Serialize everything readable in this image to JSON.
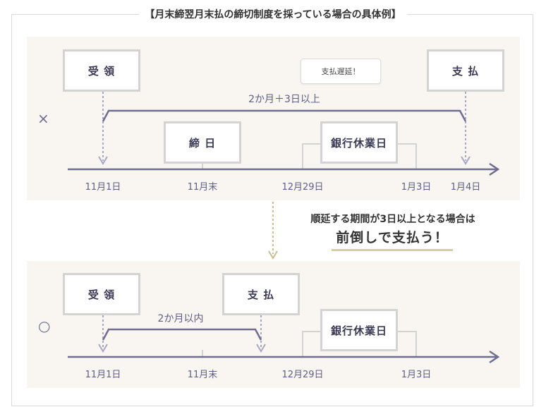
{
  "title": "【月末締翌月末払の締切制度を採っている場合の具体例】",
  "top": {
    "mark": "×",
    "boxes": {
      "receive": "受 領",
      "cutoff": "締 日",
      "bank_holiday": "銀行休業日",
      "pay": "支 払"
    },
    "callout": "支払遅延！",
    "span_label": "2か月＋3日以上",
    "dates": [
      "11月1日",
      "11月末",
      "12月29日",
      "1月3日",
      "1月4日"
    ]
  },
  "message": {
    "line1": "順延する期間が3日以上となる場合は",
    "line2": "前倒しで支払う！"
  },
  "bottom": {
    "mark": "○",
    "boxes": {
      "receive": "受 領",
      "pay": "支 払",
      "bank_holiday": "銀行休業日"
    },
    "span_label": "2か月以内",
    "dates": [
      "11月1日",
      "11月末",
      "12月29日",
      "1月3日"
    ]
  },
  "colors": {
    "timeline": "#6f6d92",
    "dashed": "#a8a7c6",
    "box_border": "#d3d3d3",
    "panel_bg": "#f9f6f1",
    "arrow_gold": "#c9bd8a"
  }
}
